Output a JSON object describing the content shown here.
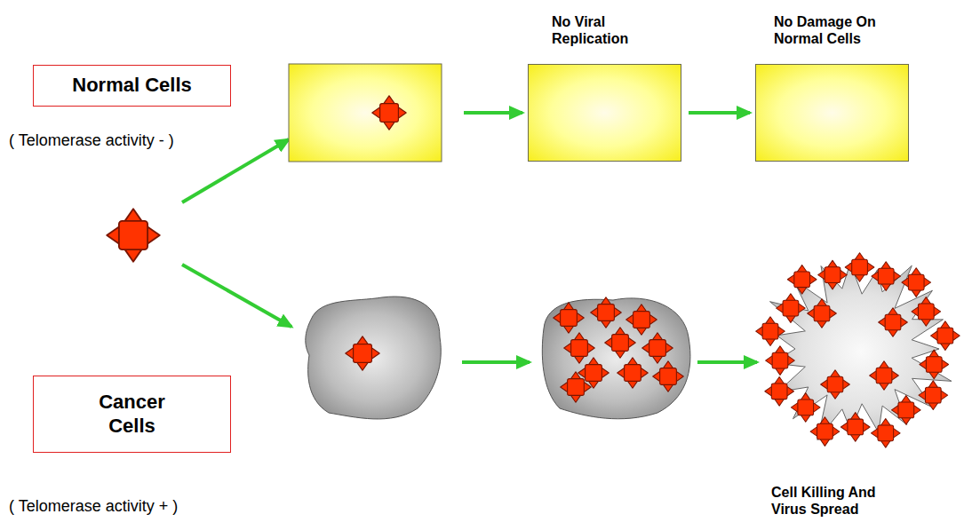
{
  "diagram": {
    "nodes": [
      {
        "text": [
          "Normal Cells"
        ]
      },
      {
        "text": [
          "No Viral Replication"
        ]
      },
      {
        "text": [
          "No Damage On Normal Cells"
        ]
      },
      {
        "text": [
          "Cancer Cells"
        ]
      },
      {
        "text": [
          "Cell Killing And Virus Spread"
        ]
      }
    ],
    "edges": [
      {
        "from": 1,
        "to": 2,
        "arrow": "to"
      }
    ],
    "labels": [
      "( Telomerase activity - )",
      "( Telomerase activity + )"
    ]
  }
}
